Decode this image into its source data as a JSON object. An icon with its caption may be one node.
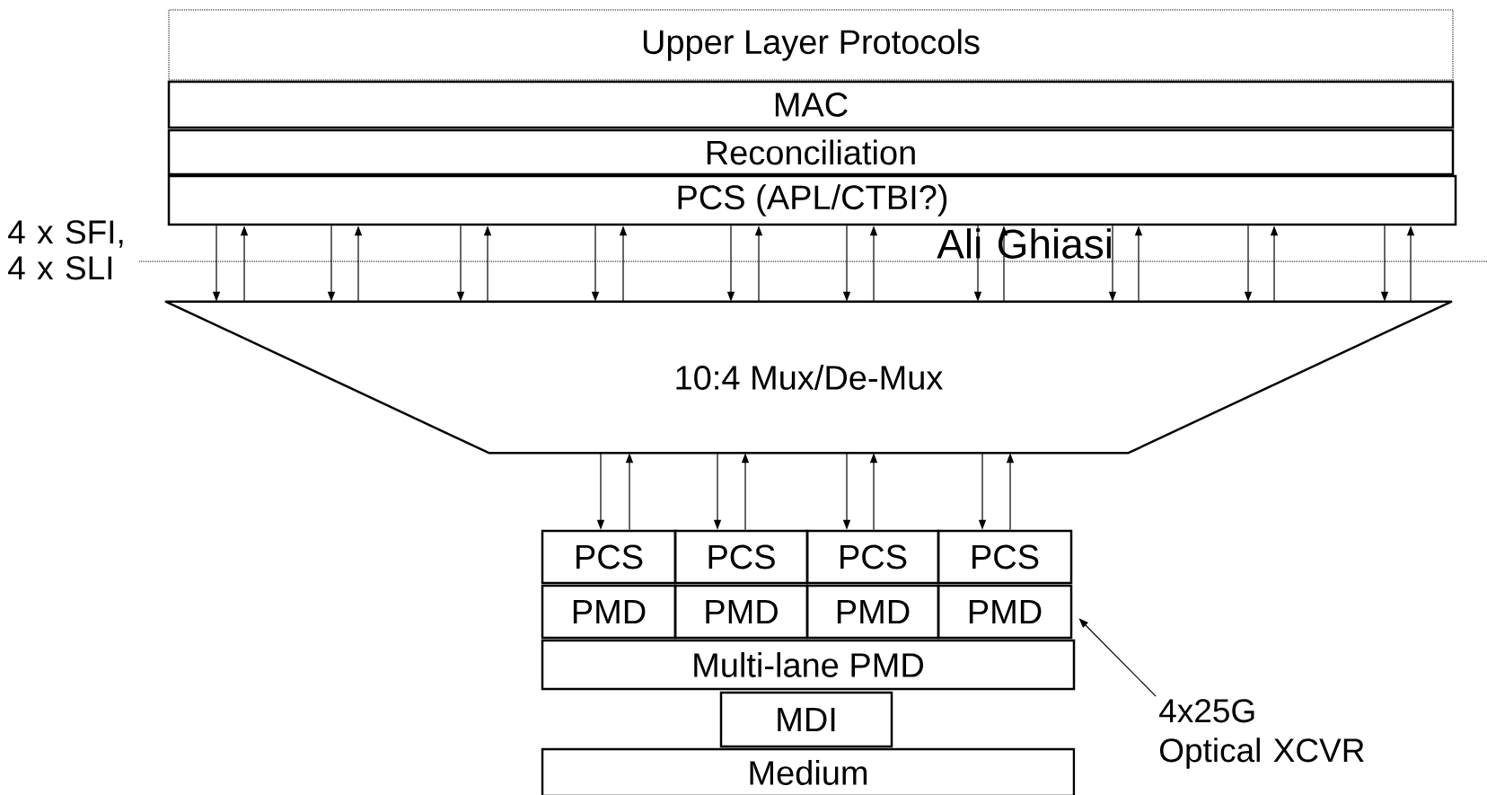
{
  "diagram": {
    "nodes": [
      {
        "text": [
          "Upper Layer Protocols"
        ]
      },
      {
        "text": [
          "MAC"
        ]
      },
      {
        "text": [
          "Reconciliation"
        ]
      },
      {
        "text": [
          "PCS (APL/CTBI?)"
        ]
      },
      {
        "text": [
          "10:4 Mux/De-Mux"
        ]
      },
      {
        "text": [
          "PCS"
        ]
      },
      {
        "text": [
          "PCS"
        ]
      },
      {
        "text": [
          "PCS"
        ]
      },
      {
        "text": [
          "PCS"
        ]
      },
      {
        "text": [
          "PMD"
        ]
      },
      {
        "text": [
          "PMD"
        ]
      },
      {
        "text": [
          "PMD"
        ]
      },
      {
        "text": [
          "PMD"
        ]
      },
      {
        "text": [
          "Multi-lane PMD"
        ]
      },
      {
        "text": [
          "MDI"
        ]
      },
      {
        "text": [
          "Medium"
        ]
      },
      {
        "text": [
          "4x25G Optical XCVR"
        ]
      }
    ],
    "edges": [
      {
        "from": 3,
        "to": 4,
        "arrow": "to"
      },
      {
        "from": 4,
        "to": 3,
        "arrow": "to"
      },
      {
        "from": 3,
        "to": 4,
        "arrow": "to"
      },
      {
        "from": 4,
        "to": 3,
        "arrow": "to"
      },
      {
        "from": 3,
        "to": 4,
        "arrow": "to"
      },
      {
        "from": 4,
        "to": 3,
        "arrow": "to"
      },
      {
        "from": 3,
        "to": 4,
        "arrow": "to"
      },
      {
        "from": 4,
        "to": 3,
        "arrow": "to"
      },
      {
        "from": 3,
        "to": 4,
        "arrow": "to"
      },
      {
        "from": 4,
        "to": 3,
        "arrow": "to"
      },
      {
        "from": 3,
        "to": 4,
        "arrow": "to"
      },
      {
        "from": 4,
        "to": 3,
        "arrow": "to"
      },
      {
        "from": 3,
        "to": 4,
        "arrow": "to"
      },
      {
        "from": 4,
        "to": 3,
        "arrow": "to"
      },
      {
        "from": 3,
        "to": 4,
        "arrow": "to"
      },
      {
        "from": 4,
        "to": 3,
        "arrow": "to"
      },
      {
        "from": 3,
        "to": 4,
        "arrow": "to"
      },
      {
        "from": 4,
        "to": 3,
        "arrow": "to"
      },
      {
        "from": 3,
        "to": 4,
        "arrow": "to"
      },
      {
        "from": 4,
        "to": 3,
        "arrow": "to"
      },
      {
        "from": 4,
        "to": 5,
        "arrow": "to"
      },
      {
        "from": 5,
        "to": 4,
        "arrow": "to"
      },
      {
        "from": 4,
        "to": 6,
        "arrow": "to"
      },
      {
        "from": 6,
        "to": 4,
        "arrow": "to"
      },
      {
        "from": 4,
        "to": 7,
        "arrow": "to"
      },
      {
        "from": 7,
        "to": 4,
        "arrow": "to"
      },
      {
        "from": 4,
        "to": 8,
        "arrow": "to"
      },
      {
        "from": 8,
        "to": 4,
        "arrow": "to"
      },
      {
        "from": 16,
        "to": 12,
        "arrow": "to"
      }
    ],
    "labels": [
      "4 x SFI, 4 x SLI",
      "Ali Ghiasi"
    ]
  }
}
